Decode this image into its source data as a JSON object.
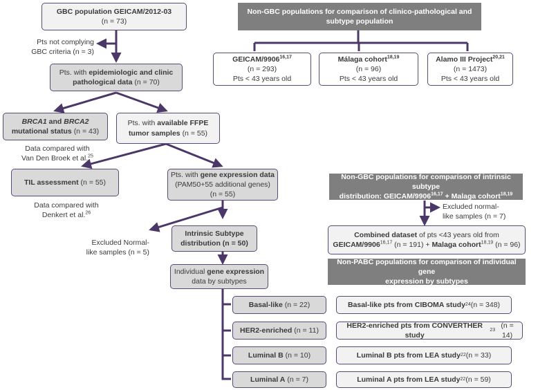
{
  "left": {
    "gbc_population": {
      "title": "GBC population GEICAM/2012-03",
      "n": "(n = 73)"
    },
    "excluded_gbc": {
      "line1": "Pts not complying",
      "line2": "GBC criteria (n = 3)"
    },
    "epi_data": {
      "pre": "Pts. with ",
      "bold": "epidemiologic and clinic pathological data",
      "post": " (n = 70)"
    },
    "brca": {
      "brca1": "BRCA1",
      "and": " and ",
      "brca2": "BRCA2",
      "rest": "mutational status",
      "n": "(n = 43)"
    },
    "brca_note": {
      "line1": "Data compared with",
      "line2": "Van Den Broek et al.",
      "ref": "25"
    },
    "ffpe": {
      "pre": "Pts. with ",
      "bold1": "available FFPE",
      "bold2": "tumor samples",
      "n": "(n = 55)"
    },
    "til": {
      "bold": "TIL assessment",
      "n": "(n = 55)"
    },
    "til_note": {
      "line1": "Data compared with",
      "line2": "Denkert et al.",
      "ref": "26"
    },
    "gene_expr": {
      "pre": "Pts. with ",
      "bold": "gene expression data",
      "line2": "(PAM50+55 additional genes)",
      "n": "(n = 55)"
    },
    "excluded_normal": {
      "line1": "Excluded Normal-",
      "line2": "like samples (n = 5)"
    },
    "intrinsic": {
      "line1": "Intrinsic Subtype",
      "line2": "distribution (n = 50)"
    },
    "individual": {
      "pre": "Individual ",
      "bold": "gene expression",
      "line2": "data by subtypes"
    },
    "subtypes": [
      {
        "label": "Basal-like",
        "n": "(n = 22)"
      },
      {
        "label": "HER2-enriched",
        "n": "(n = 11)"
      },
      {
        "label": "Luminal B",
        "n": "(n = 10)"
      },
      {
        "label": "Luminal A",
        "n": "(n = 7)"
      }
    ]
  },
  "right": {
    "header1": {
      "line1": "Non-GBC populations for comparison of clinico-pathological and",
      "line2": "subtype population"
    },
    "cohorts": [
      {
        "name": "GEICAM/9906",
        "ref": "16,17",
        "n": "(n = 293)",
        "age": "Pts < 43 years old"
      },
      {
        "name": "Málaga cohort",
        "ref": "18,19",
        "n": "(n = 96)",
        "age": "Pts < 43 years old"
      },
      {
        "name": "Alamo III Project",
        "ref": "20,21",
        "n": "(n = 1473)",
        "age": "Pts < 43 years old"
      }
    ],
    "header2": {
      "line1": "Non-GBC populations for comparison of intrinsic subtype",
      "line2a": "distribution: GEICAM/9906",
      "ref1": "16,17",
      "line2b": " + Malaga cohort",
      "ref2": "18,19"
    },
    "excluded_normal2": {
      "line1": "Excluded normal-",
      "line2": "like samples (n = 7)"
    },
    "combined": {
      "bold1": "Combined dataset",
      "rest1": " of pts <43 years old from",
      "b2": "GEICAM/9906",
      "ref1": "16,17",
      "mid": " (n = 191) + ",
      "b3": "Malaga cohort",
      "ref2": "18,19",
      "end": " (n = 96)"
    },
    "header3": {
      "line1": "Non-PABC populations for comparison of individual gene",
      "line2": "expression by subtypes"
    },
    "studies": [
      {
        "bold": "Basal-like pts from CIBOMA study",
        "ref": "24",
        "n": " (n = 348)"
      },
      {
        "bold": "HER2-enriched pts from CONVERTHER study",
        "ref": "23",
        "n": " (n = 14)"
      },
      {
        "bold": "Luminal  B pts from  LEA study",
        "ref": "22",
        "n": " (n = 33)"
      },
      {
        "bold": "Luminal  A pts from LEA study",
        "ref": "22",
        "n": " (n = 59)"
      }
    ]
  },
  "colors": {
    "arrow": "#4b3768",
    "border": "#5a4a73",
    "header_bg": "#7f7f7f",
    "box_gray": "#d9d9d9",
    "box_light": "#f2f2f2"
  }
}
